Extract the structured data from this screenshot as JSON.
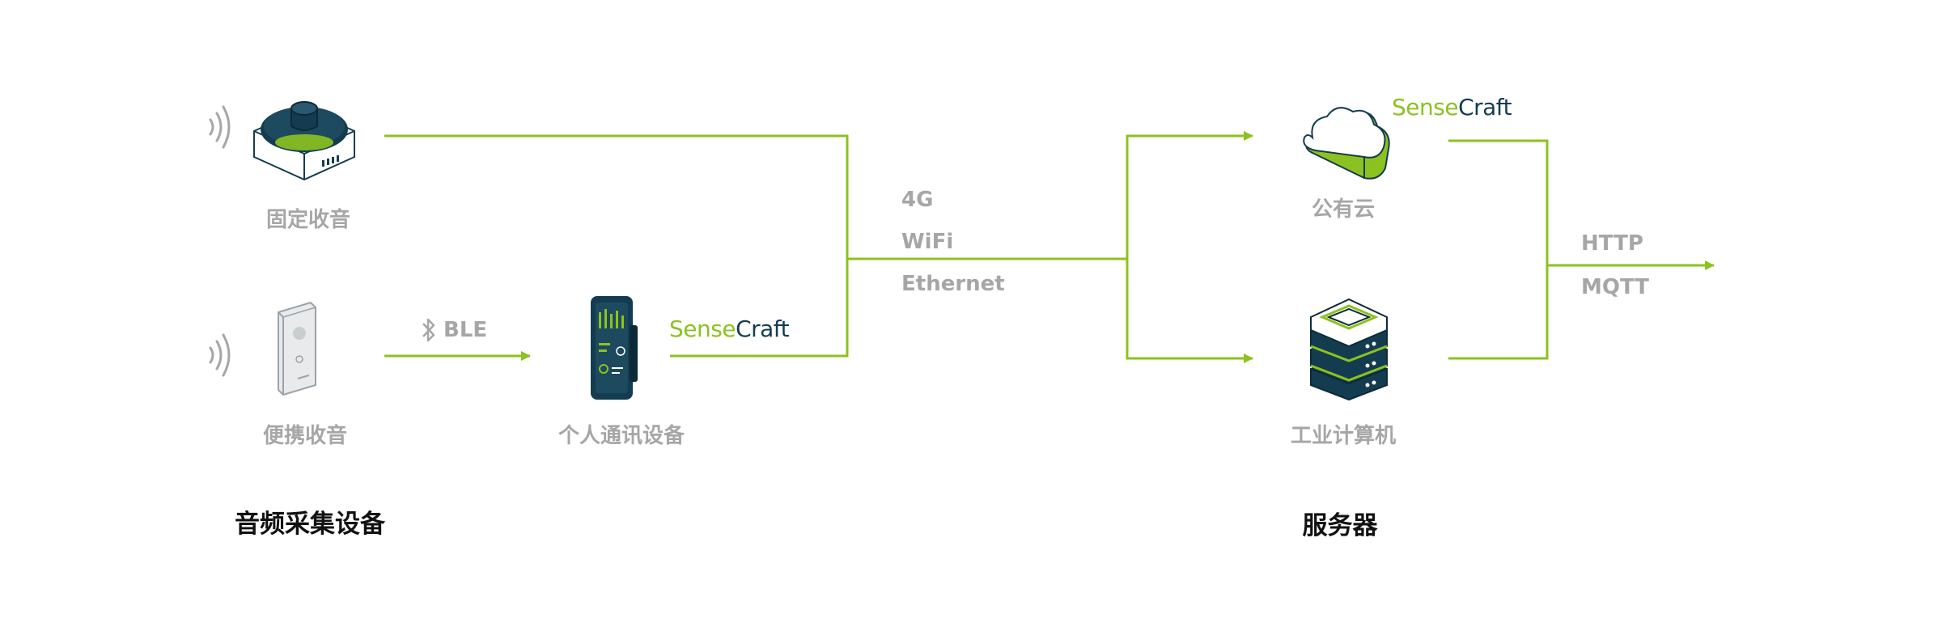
{
  "nodes": {
    "fixed_mic": "固定收音",
    "portable_mic": "便携收音",
    "personal_device": "个人通讯设备",
    "public_cloud": "公有云",
    "industrial_pc": "工业计算机"
  },
  "sections": {
    "audio_devices": "音频采集设备",
    "servers": "服务器"
  },
  "links": {
    "ble": "BLE",
    "network": [
      "4G",
      "WiFi",
      "Ethernet"
    ],
    "protocols": [
      "HTTP",
      "MQTT"
    ]
  },
  "brand": {
    "part1": "Sense",
    "part2": "Craft"
  },
  "colors": {
    "line": "#8cc21f",
    "label": "#a6a6a6",
    "heading": "#111111",
    "brand_green": "#8cc21f",
    "brand_dark": "#143c50",
    "device_dark": "#143c50"
  },
  "icons": [
    "wifi-signal-icon",
    "smart-speaker-icon",
    "portable-recorder-icon",
    "bluetooth-icon",
    "smartphone-icon",
    "cloud-icon",
    "server-stack-icon"
  ]
}
